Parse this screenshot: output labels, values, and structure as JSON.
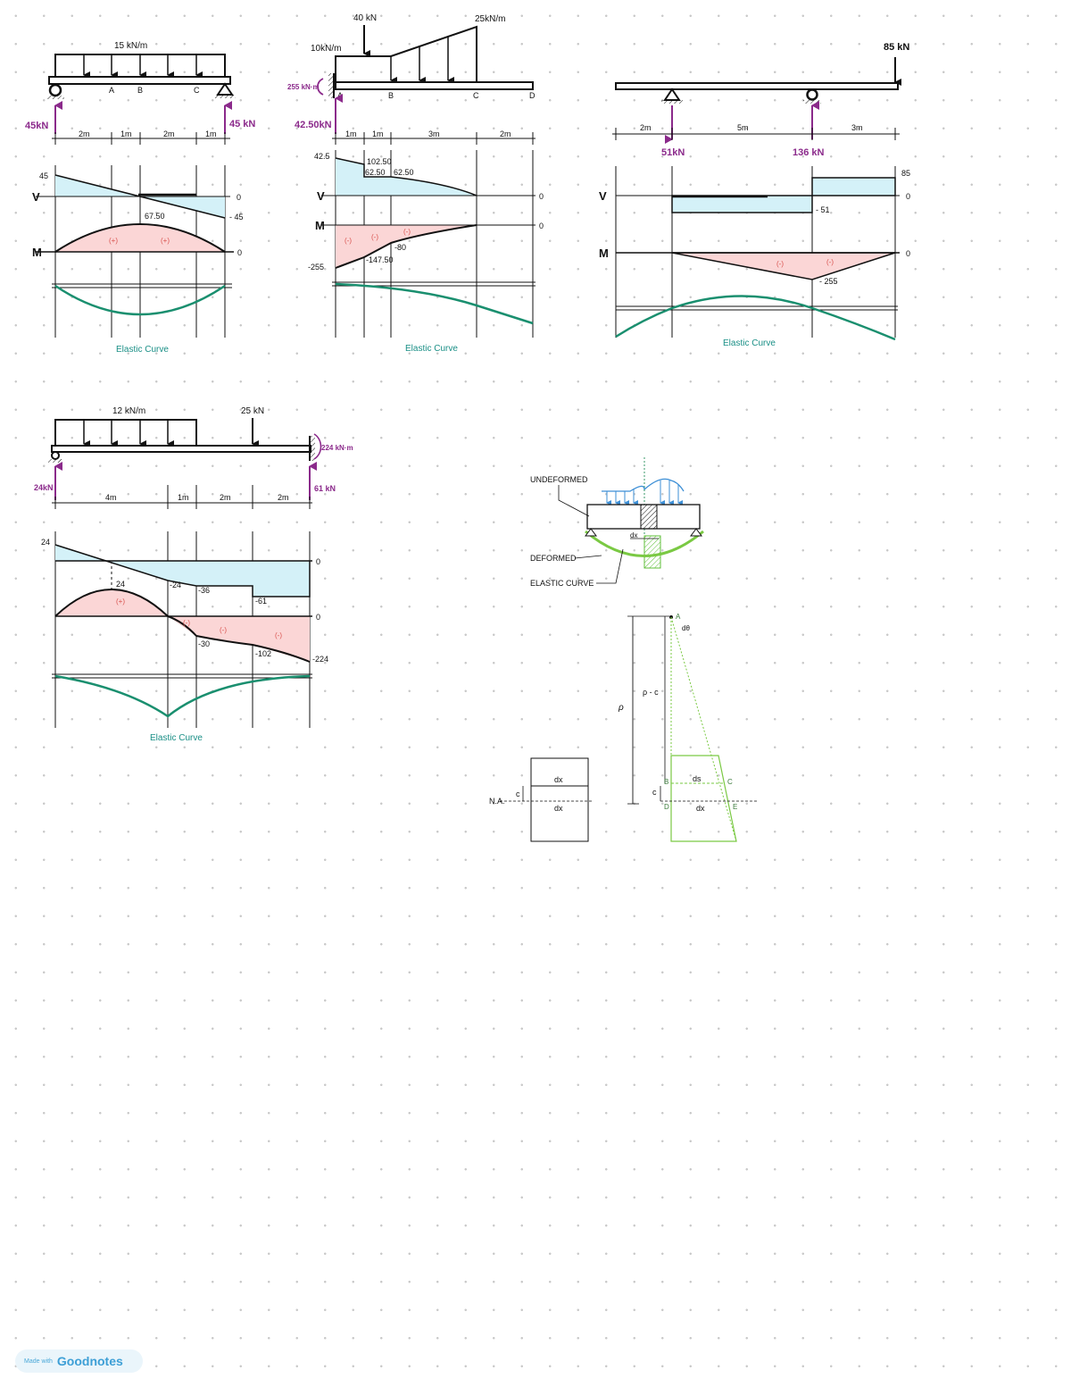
{
  "footer": {
    "made_with": "Made with",
    "brand": "Goodnotes"
  },
  "diagram1": {
    "load": "15 kN/m",
    "reaction_left": "45kN",
    "reaction_right": "45 kN",
    "points": [
      "A",
      "B",
      "C"
    ],
    "spans": [
      "2m",
      "1m",
      "2m",
      "1m"
    ],
    "v_max": "45",
    "v_min": "- 45",
    "v_zero": "0",
    "m_max": "67.50",
    "m_zero": "0",
    "sign_left": "(+)",
    "sign_right": "(+)",
    "shear_axis": "V",
    "moment_axis": "M",
    "curve_label": "Elastic Curve"
  },
  "diagram2": {
    "point_load": "40 kN",
    "dist_left": "10kN/m",
    "dist_right": "25kN/m",
    "moment_reaction": "255 kN·m",
    "reaction_left": "42.50kN",
    "points": [
      "A",
      "B",
      "C",
      "D"
    ],
    "spans": [
      "1m",
      "1m",
      "3m",
      "2m"
    ],
    "v_values": [
      "42.5",
      "102.50",
      "62.50",
      "62.50"
    ],
    "v_zero": "0",
    "m_values": [
      "-80",
      "-147.50",
      "-255"
    ],
    "m_zero": "0",
    "sign_1": "(-)",
    "sign_2": "(-)",
    "sign_3": "(-)",
    "shear_axis": "V",
    "moment_axis": "M",
    "curve_label": "Elastic Curve"
  },
  "diagram3": {
    "point_load": "85 kN",
    "reaction_a": "51kN",
    "reaction_b": "136 kN",
    "spans": [
      "2m",
      "5m",
      "3m"
    ],
    "v_pos": "85",
    "v_neg": "- 51",
    "v_zero": "0",
    "m_min": "- 255",
    "m_zero": "0",
    "sign_1": "(-)",
    "sign_2": "(-)",
    "shear_axis": "V",
    "moment_axis": "M",
    "curve_label": "Elastic Curve"
  },
  "diagram4": {
    "dist_load": "12 kN/m",
    "point_load": "25 kN",
    "moment": "224 kN·m",
    "reaction_left": "24kN",
    "reaction_right": "61 kN",
    "spans": [
      "4m",
      "1m",
      "2m",
      "2m"
    ],
    "v_values": [
      "24",
      "-24",
      "-36",
      "-61"
    ],
    "v_zero": "0",
    "m_values": [
      "24",
      "-30",
      "-102",
      "-224"
    ],
    "m_zero": "0",
    "sign_1": "(+)",
    "sign_2": "(-)",
    "sign_3": "(-)",
    "sign_4": "(-)",
    "curve_label": "Elastic Curve"
  },
  "theory": {
    "undeformed": "UNDEFORMED",
    "deformed": "DEFORMED",
    "elastic_curve": "ELASTIC CURVE",
    "dx": "dx",
    "ds": "ds",
    "dtheta": "dθ",
    "rho": "ρ",
    "rho_minus_c": "ρ - c",
    "c": "c",
    "na": "N.A.",
    "points": [
      "A",
      "B",
      "C",
      "D",
      "E"
    ]
  }
}
